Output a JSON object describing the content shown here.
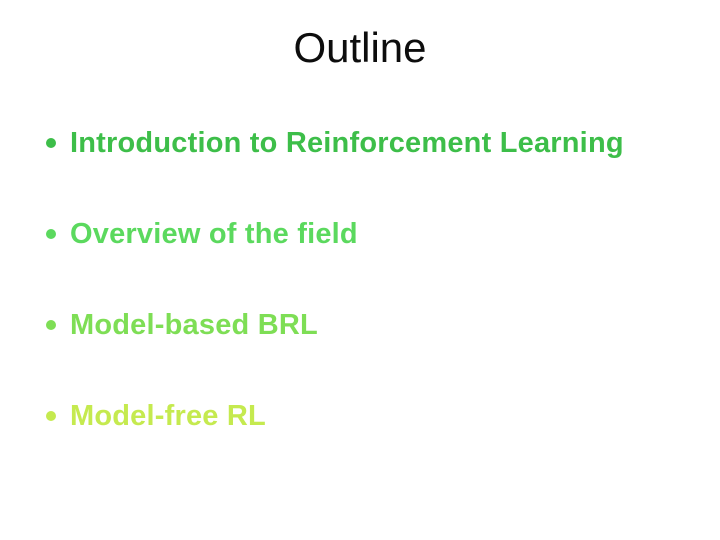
{
  "slide": {
    "background_color": "#ffffff",
    "title": "Outline",
    "title_color": "#0d0d0d",
    "bullets": [
      {
        "label": "Introduction to Reinforcement Learning",
        "color": "#3dbe49"
      },
      {
        "label": "Overview of the field",
        "color": "#5bd95e"
      },
      {
        "label": "Model-based BRL",
        "color": "#7ede55"
      },
      {
        "label": "Model-free RL",
        "color": "#c5ea4f"
      }
    ]
  }
}
